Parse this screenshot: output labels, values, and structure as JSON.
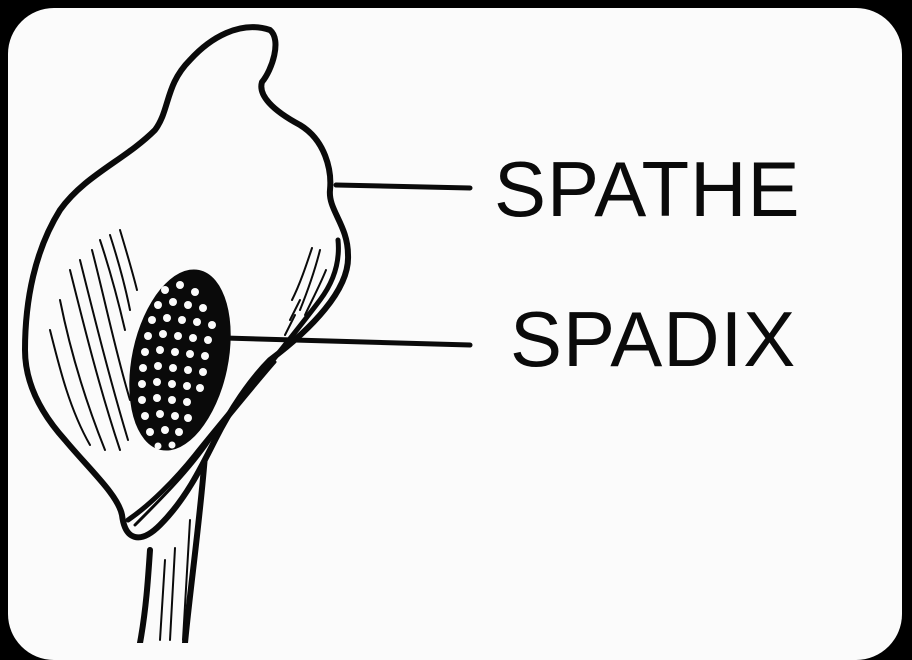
{
  "diagram": {
    "labels": {
      "spathe": "SPATHE",
      "spadix": "SPADIX"
    },
    "colors": {
      "background": "#000000",
      "panel": "#fbfbfb",
      "ink": "#0a0a0a"
    },
    "subject_icon": "calla-lily-flower-illustration"
  }
}
